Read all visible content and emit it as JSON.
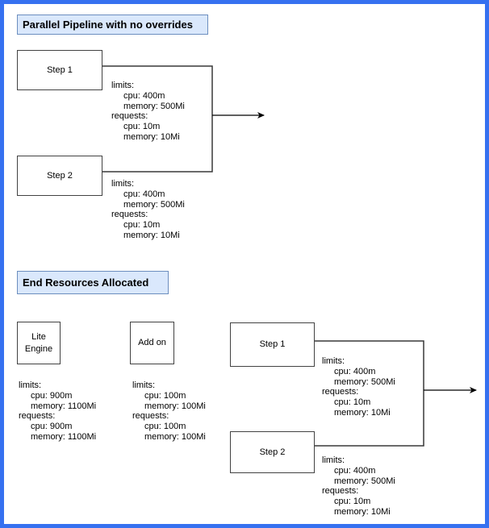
{
  "frame": {
    "border_color": "#3671f0"
  },
  "sections": {
    "pipeline": {
      "title": "Parallel Pipeline with no overrides"
    },
    "end_resources": {
      "title": "End Resources Allocated"
    }
  },
  "boxes": {
    "pipeline_step1": {
      "label": "Step 1"
    },
    "pipeline_step2": {
      "label": "Step 2"
    },
    "lite_engine": {
      "line1": "Lite",
      "line2": "Engine"
    },
    "add_on": {
      "label": "Add on"
    },
    "end_step1": {
      "label": "Step 1"
    },
    "end_step2": {
      "label": "Step 2"
    }
  },
  "resources": {
    "pipeline_step1": {
      "lines": [
        "limits:",
        "cpu: 400m",
        "memory: 500Mi",
        "requests:",
        "cpu: 10m",
        "memory: 10Mi"
      ]
    },
    "pipeline_step2": {
      "lines": [
        "limits:",
        "cpu: 400m",
        "memory: 500Mi",
        "requests:",
        "cpu: 10m",
        "memory: 10Mi"
      ]
    },
    "lite_engine": {
      "lines": [
        "limits:",
        "cpu: 900m",
        "memory: 1100Mi",
        "requests:",
        "cpu: 900m",
        "memory: 1100Mi"
      ]
    },
    "add_on": {
      "lines": [
        "limits:",
        "cpu: 100m",
        "memory: 100Mi",
        "requests:",
        "cpu: 100m",
        "memory: 100Mi"
      ]
    },
    "end_step1": {
      "lines": [
        "limits:",
        "cpu: 400m",
        "memory: 500Mi",
        "requests:",
        "cpu: 10m",
        "memory: 10Mi"
      ]
    },
    "end_step2": {
      "lines": [
        "limits:",
        "cpu: 400m",
        "memory: 500Mi",
        "requests:",
        "cpu: 10m",
        "memory: 10Mi"
      ]
    }
  }
}
